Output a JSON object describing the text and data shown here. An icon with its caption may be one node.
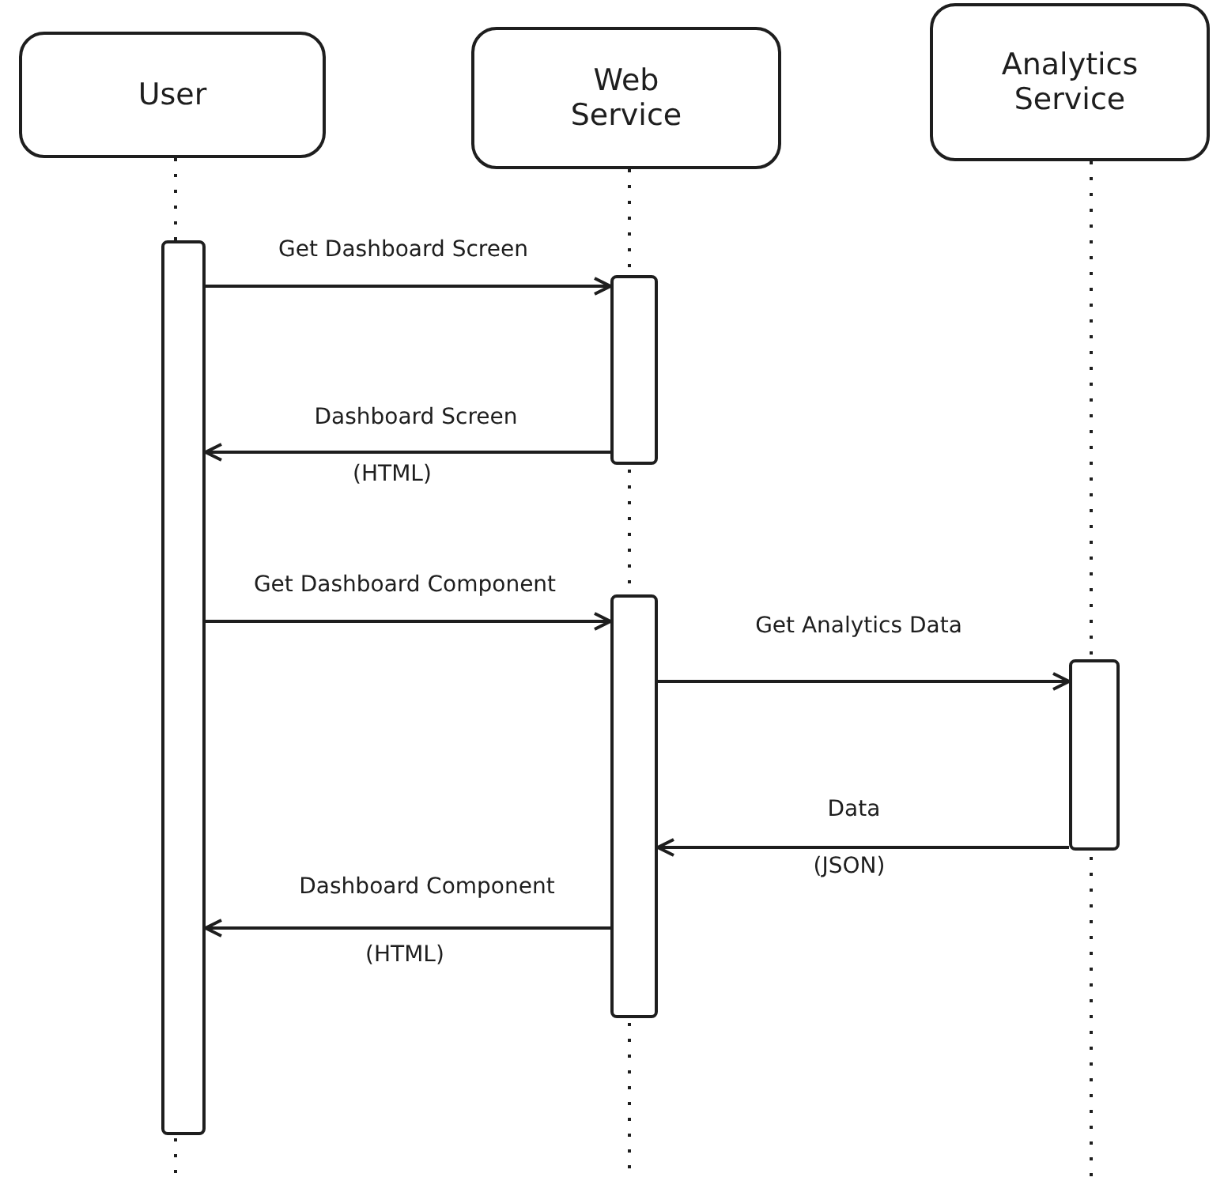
{
  "diagram": {
    "nodes": [
      {
        "text": [
          "User"
        ]
      },
      {
        "text": [
          "Web Service"
        ]
      },
      {
        "text": [
          "Analytics Service"
        ]
      },
      {
        "text": [],
        "shape": "bar"
      },
      {
        "text": [],
        "shape": "bar"
      },
      {
        "text": [],
        "shape": "bar"
      },
      {
        "text": [],
        "shape": "bar"
      }
    ],
    "edges": [
      {
        "from": 3,
        "to": 4,
        "arrow": "to",
        "label": "Get Dashboard Screen"
      },
      {
        "from": 4,
        "to": 3,
        "arrow": "to",
        "label": "Dashboard Screen"
      },
      {
        "from": 3,
        "to": 5,
        "arrow": "to",
        "label": "Get Dashboard Component"
      },
      {
        "from": 5,
        "to": 6,
        "arrow": "to",
        "label": "Get Analytics Data"
      },
      {
        "from": 6,
        "to": 5,
        "arrow": "to",
        "label": "Data"
      },
      {
        "from": 5,
        "to": 3,
        "arrow": "to",
        "label": "Dashboard Component"
      }
    ],
    "labels": [
      "(HTML)",
      "(JSON)",
      "(HTML)"
    ]
  }
}
